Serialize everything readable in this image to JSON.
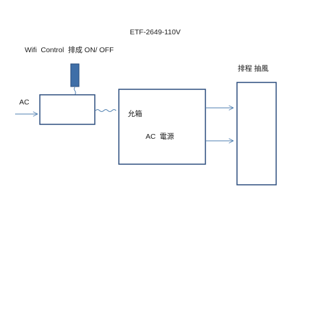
{
  "diagram": {
    "title": "ETF-2649-110V",
    "wifi_label": "Wifi  Control  排成 ON/ OFF",
    "input_label": "AC",
    "center_box": {
      "line1": "允箱",
      "line2": "AC  電源"
    },
    "output_label": "排程 抽風",
    "colors": {
      "box_border": "#2a4c7d",
      "arrow": "#4f7fb0",
      "wifi_module_fill": "#3f6fa8"
    }
  }
}
